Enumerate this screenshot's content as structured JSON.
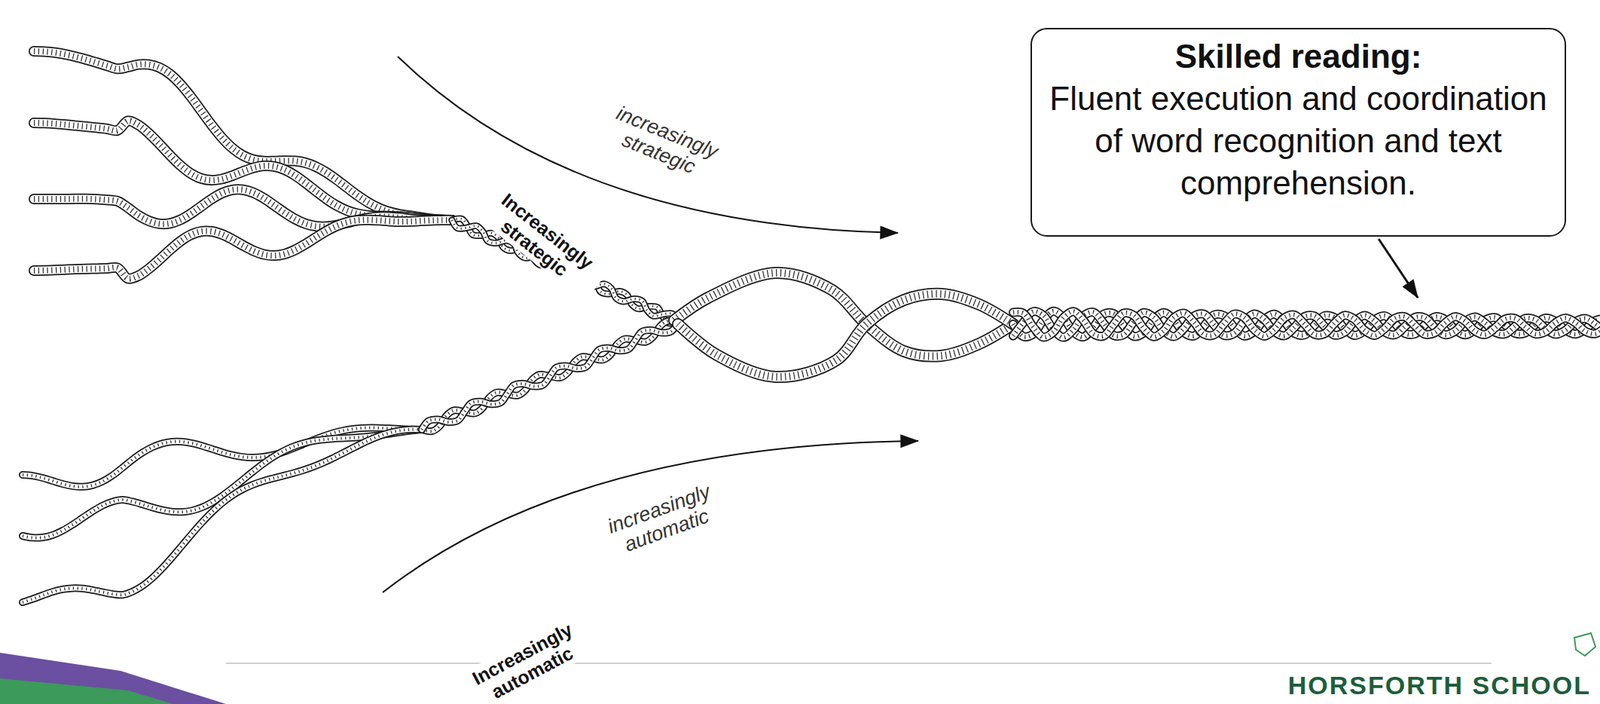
{
  "diagram": {
    "nodes": [
      {
        "text": [
          "Skilled reading:",
          "Fluent execution and coordination of word recognition and text comprehension."
        ]
      }
    ],
    "labels": [
      "increasingly strategic",
      "Increasingly strategic",
      "increasingly automatic",
      "Increasingly automatic",
      "HORSFORTH SCHOOL"
    ]
  }
}
